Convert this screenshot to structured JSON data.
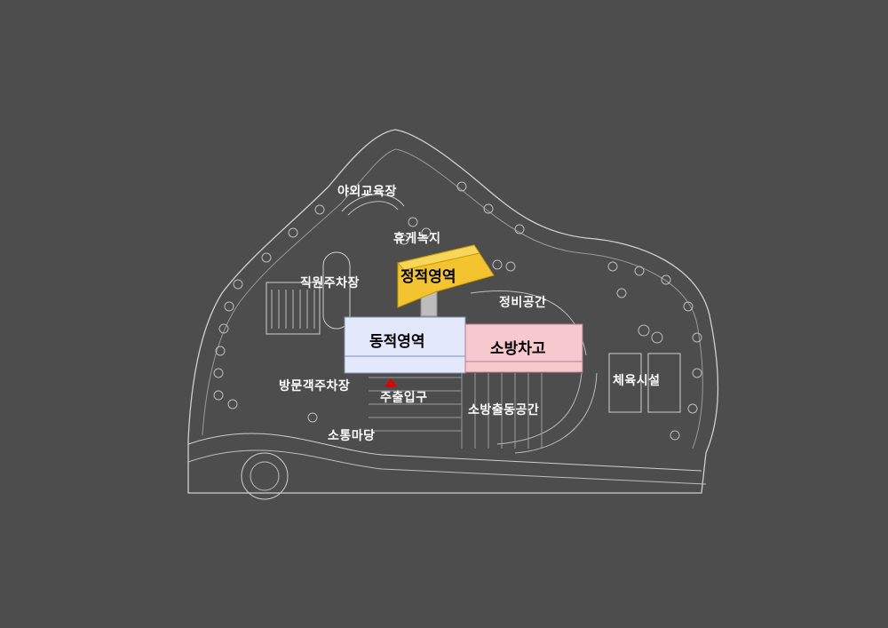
{
  "labels": {
    "outdoor_education": "야외교육장",
    "rest_green": "휴게녹지",
    "staff_parking": "직원주차장",
    "maintenance": "정비공간",
    "visitor_parking": "방문객주차장",
    "main_entrance": "주출입구",
    "dispatch_space": "소방출동공간",
    "sports": "체육시설",
    "plaza": "소통마당"
  },
  "zones": {
    "static": "정적영역",
    "dynamic": "동적영역",
    "garage": "소방차고"
  },
  "colors": {
    "background": "#4d4d4d",
    "linework": "#cfcfcf",
    "static_zone": "#f4c430",
    "dynamic_zone": "#e3e9fb",
    "garage_zone": "#f7c9cf",
    "connector": "#bdbdbd",
    "entrance_marker": "#e00000"
  }
}
